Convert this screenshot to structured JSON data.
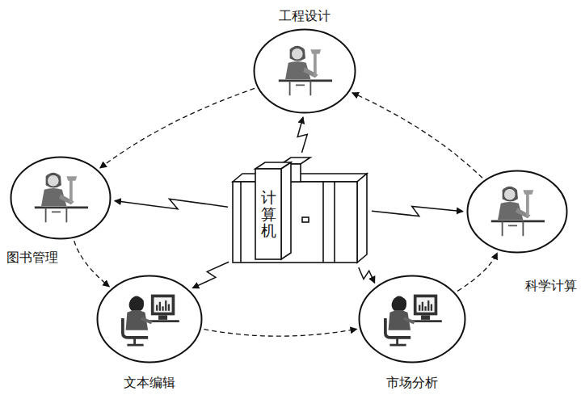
{
  "diagram": {
    "nodes": [
      {
        "text": [
          "工程设计"
        ]
      },
      {
        "text": [
          "图书管理"
        ]
      },
      {
        "text": [
          "计算机"
        ]
      },
      {
        "text": [
          "科学计算"
        ]
      },
      {
        "text": [
          "文本编辑"
        ]
      },
      {
        "text": [
          "市场分析"
        ]
      }
    ],
    "edges": [
      {
        "from": 2,
        "to": 0,
        "arrow": "to"
      },
      {
        "from": 2,
        "to": 1,
        "arrow": "to"
      },
      {
        "from": 2,
        "to": 3,
        "arrow": "to"
      },
      {
        "from": 2,
        "to": 4,
        "arrow": "to"
      },
      {
        "from": 2,
        "to": 5,
        "arrow": "to"
      },
      {
        "from": 3,
        "to": 0,
        "arrow": "to"
      },
      {
        "from": 0,
        "to": 1,
        "arrow": "to"
      },
      {
        "from": 1,
        "to": 4,
        "arrow": "to"
      },
      {
        "from": 4,
        "to": 5,
        "arrow": "to"
      },
      {
        "from": 5,
        "to": 3,
        "arrow": "to"
      }
    ]
  }
}
